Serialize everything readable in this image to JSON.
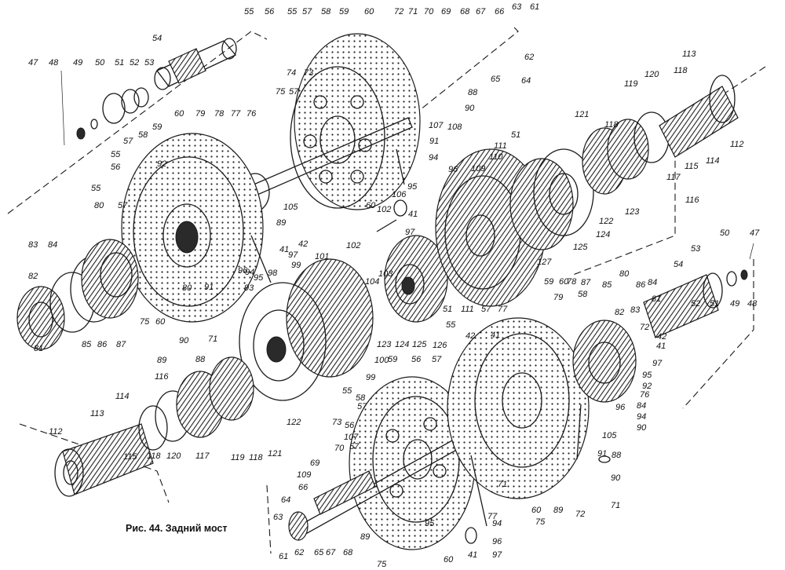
{
  "caption": "Рис. 44. Задний мост",
  "labels": [
    {
      "t": "47"
    },
    {
      "t": "48"
    },
    {
      "t": "49"
    },
    {
      "t": "50"
    },
    {
      "t": "51"
    },
    {
      "t": "52"
    },
    {
      "t": "53"
    },
    {
      "t": "54"
    },
    {
      "t": "55"
    },
    {
      "t": "56"
    },
    {
      "t": "55"
    },
    {
      "t": "57"
    },
    {
      "t": "58"
    },
    {
      "t": "59"
    },
    {
      "t": "60"
    },
    {
      "t": "72"
    },
    {
      "t": "71"
    },
    {
      "t": "70"
    },
    {
      "t": "69"
    },
    {
      "t": "68"
    },
    {
      "t": "67"
    },
    {
      "t": "66"
    },
    {
      "t": "63"
    },
    {
      "t": "61"
    },
    {
      "t": "62"
    },
    {
      "t": "64"
    },
    {
      "t": "65"
    },
    {
      "t": "88"
    },
    {
      "t": "90"
    },
    {
      "t": "107"
    },
    {
      "t": "108"
    },
    {
      "t": "91"
    },
    {
      "t": "94"
    },
    {
      "t": "74"
    },
    {
      "t": "73"
    },
    {
      "t": "75"
    },
    {
      "t": "57"
    },
    {
      "t": "76"
    },
    {
      "t": "77"
    },
    {
      "t": "78"
    },
    {
      "t": "79"
    },
    {
      "t": "60"
    },
    {
      "t": "59"
    },
    {
      "t": "58"
    },
    {
      "t": "57"
    },
    {
      "t": "55"
    },
    {
      "t": "56"
    },
    {
      "t": "92"
    },
    {
      "t": "55"
    },
    {
      "t": "113"
    },
    {
      "t": "118"
    },
    {
      "t": "119"
    },
    {
      "t": "120"
    },
    {
      "t": "118"
    },
    {
      "t": "121"
    },
    {
      "t": "112"
    },
    {
      "t": "114"
    },
    {
      "t": "115"
    },
    {
      "t": "117"
    },
    {
      "t": "116"
    },
    {
      "t": "123"
    },
    {
      "t": "122"
    },
    {
      "t": "124"
    },
    {
      "t": "125"
    },
    {
      "t": "51"
    },
    {
      "t": "111"
    },
    {
      "t": "110"
    },
    {
      "t": "109"
    },
    {
      "t": "96"
    },
    {
      "t": "95"
    },
    {
      "t": "106"
    },
    {
      "t": "41"
    },
    {
      "t": "97"
    },
    {
      "t": "60"
    },
    {
      "t": "102"
    },
    {
      "t": "105"
    },
    {
      "t": "89"
    },
    {
      "t": "42"
    },
    {
      "t": "97"
    },
    {
      "t": "41"
    },
    {
      "t": "103"
    },
    {
      "t": "127"
    },
    {
      "t": "80"
    },
    {
      "t": "57"
    },
    {
      "t": "83"
    },
    {
      "t": "84"
    },
    {
      "t": "82"
    },
    {
      "t": "81"
    },
    {
      "t": "85"
    },
    {
      "t": "86"
    },
    {
      "t": "87"
    },
    {
      "t": "75"
    },
    {
      "t": "60"
    },
    {
      "t": "80"
    },
    {
      "t": "90"
    },
    {
      "t": "71"
    },
    {
      "t": "89"
    },
    {
      "t": "88"
    },
    {
      "t": "91"
    },
    {
      "t": "93"
    },
    {
      "t": "94"
    },
    {
      "t": "96"
    },
    {
      "t": "95"
    },
    {
      "t": "98"
    },
    {
      "t": "99"
    },
    {
      "t": "101"
    },
    {
      "t": "102"
    },
    {
      "t": "104"
    },
    {
      "t": "123"
    },
    {
      "t": "124"
    },
    {
      "t": "125"
    },
    {
      "t": "126"
    },
    {
      "t": "51"
    },
    {
      "t": "111"
    },
    {
      "t": "57"
    },
    {
      "t": "77"
    },
    {
      "t": "55"
    },
    {
      "t": "42"
    },
    {
      "t": "41"
    },
    {
      "t": "100"
    },
    {
      "t": "99"
    },
    {
      "t": "59"
    },
    {
      "t": "56"
    },
    {
      "t": "57"
    },
    {
      "t": "116"
    },
    {
      "t": "114"
    },
    {
      "t": "113"
    },
    {
      "t": "112"
    },
    {
      "t": "115"
    },
    {
      "t": "118"
    },
    {
      "t": "120"
    },
    {
      "t": "117"
    },
    {
      "t": "119"
    },
    {
      "t": "118"
    },
    {
      "t": "121"
    },
    {
      "t": "122"
    },
    {
      "t": "55"
    },
    {
      "t": "57"
    },
    {
      "t": "58"
    },
    {
      "t": "73"
    },
    {
      "t": "56"
    },
    {
      "t": "107"
    },
    {
      "t": "70"
    },
    {
      "t": "57"
    },
    {
      "t": "69"
    },
    {
      "t": "109"
    },
    {
      "t": "66"
    },
    {
      "t": "64"
    },
    {
      "t": "63"
    },
    {
      "t": "61"
    },
    {
      "t": "62"
    },
    {
      "t": "65"
    },
    {
      "t": "67"
    },
    {
      "t": "68"
    },
    {
      "t": "89"
    },
    {
      "t": "95"
    },
    {
      "t": "75"
    },
    {
      "t": "60"
    },
    {
      "t": "41"
    },
    {
      "t": "97"
    },
    {
      "t": "96"
    },
    {
      "t": "94"
    },
    {
      "t": "77"
    },
    {
      "t": "71"
    },
    {
      "t": "60"
    },
    {
      "t": "75"
    },
    {
      "t": "89"
    },
    {
      "t": "72"
    },
    {
      "t": "71"
    },
    {
      "t": "90"
    },
    {
      "t": "88"
    },
    {
      "t": "91"
    },
    {
      "t": "105"
    },
    {
      "t": "90"
    },
    {
      "t": "94"
    },
    {
      "t": "84"
    },
    {
      "t": "96"
    },
    {
      "t": "76"
    },
    {
      "t": "92"
    },
    {
      "t": "95"
    },
    {
      "t": "97"
    },
    {
      "t": "41"
    },
    {
      "t": "42"
    },
    {
      "t": "72"
    },
    {
      "t": "82"
    },
    {
      "t": "83"
    },
    {
      "t": "81"
    },
    {
      "t": "84"
    },
    {
      "t": "80"
    },
    {
      "t": "86"
    },
    {
      "t": "85"
    },
    {
      "t": "87"
    },
    {
      "t": "58"
    },
    {
      "t": "79"
    },
    {
      "t": "78"
    },
    {
      "t": "60"
    },
    {
      "t": "59"
    },
    {
      "t": "54"
    },
    {
      "t": "53"
    },
    {
      "t": "52"
    },
    {
      "t": "51"
    },
    {
      "t": "50"
    },
    {
      "t": "49"
    },
    {
      "t": "48"
    },
    {
      "t": "47"
    }
  ]
}
